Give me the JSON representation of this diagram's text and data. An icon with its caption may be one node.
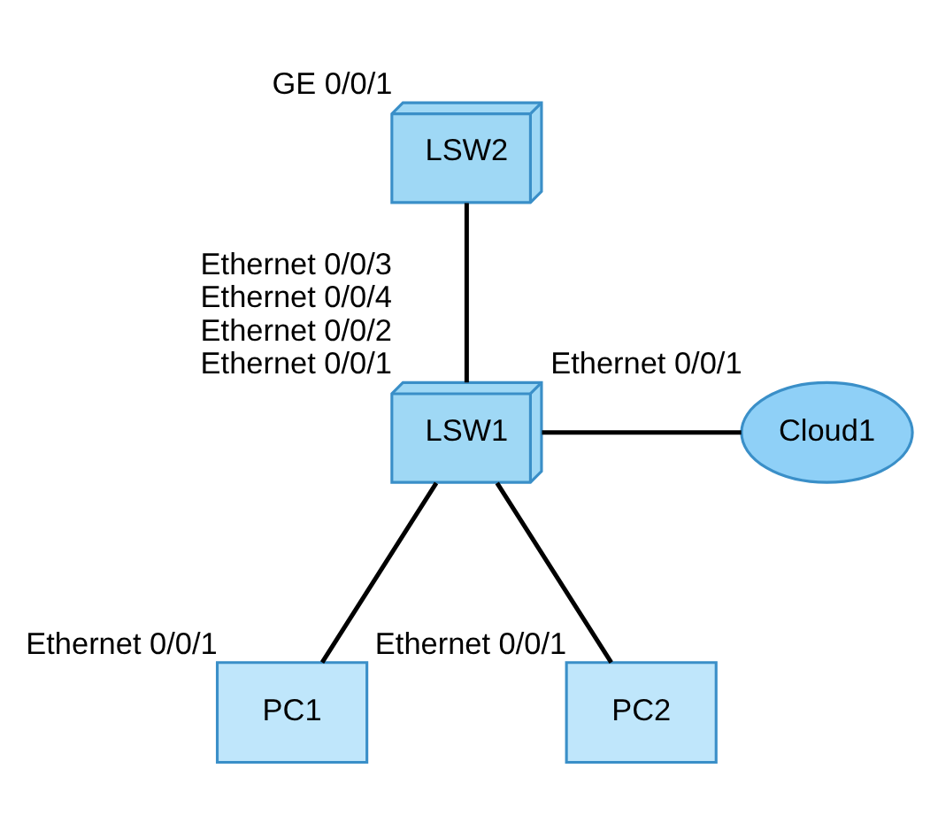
{
  "diagram": {
    "nodes": [
      {
        "text": [
          "LSW2"
        ],
        "beside": [
          "GE 0/0/1"
        ]
      },
      {
        "text": [
          "LSW1"
        ],
        "beside": [
          "Ethernet 0/0/3",
          "Ethernet 0/0/4",
          "Ethernet 0/0/2",
          "Ethernet 0/0/1"
        ]
      },
      {
        "text": [
          "Cloud1"
        ],
        "beside": [
          "Ethernet 0/0/1"
        ]
      },
      {
        "text": [
          "PC1"
        ],
        "beside": [
          "Ethernet 0/0/1"
        ]
      },
      {
        "text": [
          "PC2"
        ],
        "beside": [
          "Ethernet 0/0/1"
        ]
      }
    ],
    "edges": [
      {
        "from": 0,
        "to": 1,
        "arrow": "none"
      },
      {
        "from": 1,
        "to": 2,
        "arrow": "none"
      },
      {
        "from": 1,
        "to": 3,
        "arrow": "none"
      },
      {
        "from": 1,
        "to": 4,
        "arrow": "none"
      }
    ]
  }
}
